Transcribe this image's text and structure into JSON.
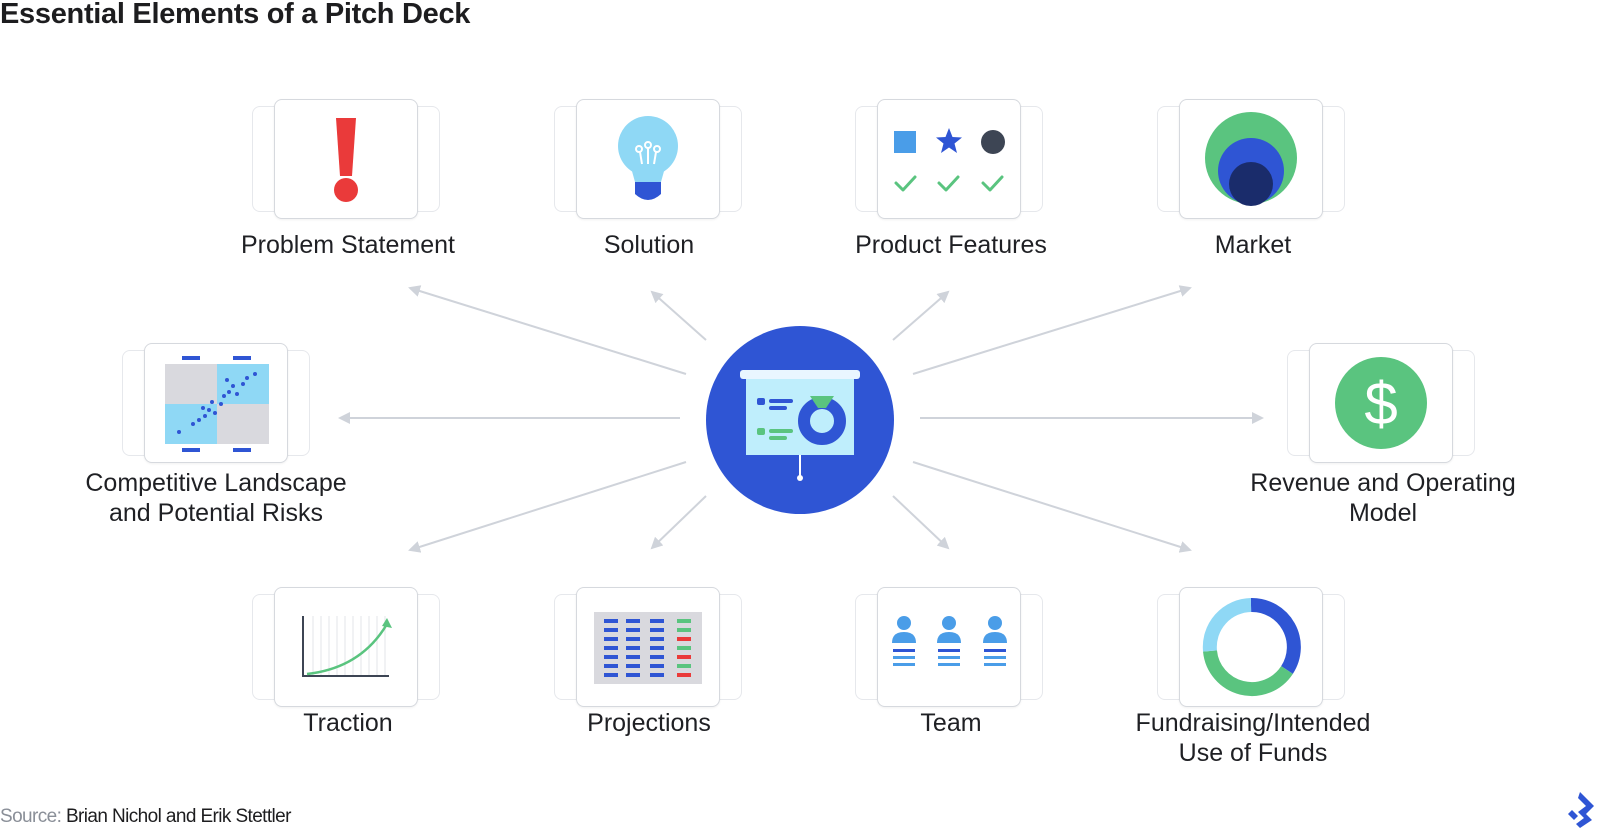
{
  "title": "Essential Elements of a Pitch Deck",
  "elements": [
    {
      "label": "Problem Statement",
      "icon": "exclamation-icon"
    },
    {
      "label": "Solution",
      "icon": "lightbulb-icon"
    },
    {
      "label": "Product Features",
      "icon": "feature-checklist-icon"
    },
    {
      "label": "Market",
      "icon": "market-circles-icon"
    },
    {
      "label": "Competitive Landscape",
      "label2": "and Potential Risks",
      "icon": "scatter-quadrant-icon"
    },
    {
      "label": "Revenue and Operating",
      "label2": "Model",
      "icon": "dollar-icon"
    },
    {
      "label": "Traction",
      "icon": "growth-curve-icon"
    },
    {
      "label": "Projections",
      "icon": "spreadsheet-icon"
    },
    {
      "label": "Team",
      "icon": "team-icon"
    },
    {
      "label": "Fundraising/Intended",
      "label2": "Use of Funds",
      "icon": "donut-chart-icon"
    }
  ],
  "center": {
    "icon": "presentation-board-icon"
  },
  "source": {
    "prefix": "Source:",
    "names": "Brian Nichol and Erik Stettler"
  },
  "colors": {
    "hub": "#2f55d4",
    "red": "#ea3a3a",
    "green": "#5ac47f",
    "light_blue": "#8fd8f5",
    "dark_navy": "#1a2c6b",
    "arrow": "#cfd3da"
  }
}
